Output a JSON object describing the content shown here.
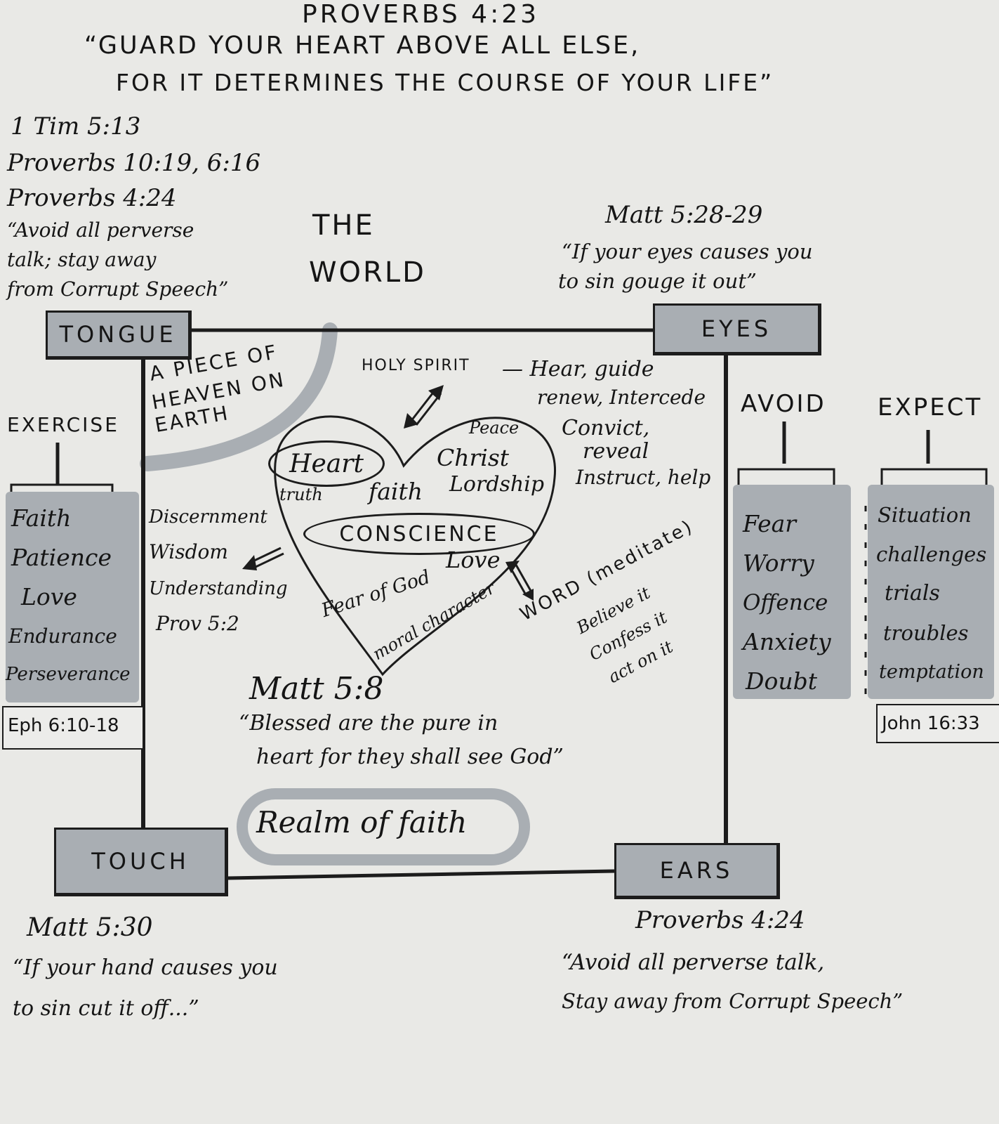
{
  "header": {
    "title": "PROVERBS 4:23",
    "quote_line1": "“GUARD YOUR HEART ABOVE ALL ELSE,",
    "quote_line2": "FOR IT DETERMINES THE COURSE OF YOUR LIFE”"
  },
  "tongue_refs": {
    "ref1": "1 Tim 5:13",
    "ref2": "Proverbs 10:19, 6:16",
    "ref3": "Proverbs 4:24",
    "quote_line1": "“Avoid all perverse",
    "quote_line2": "talk; stay away",
    "quote_line3": "from Corrupt Speech”"
  },
  "world_label": {
    "line1": "THE",
    "line2": "WORLD"
  },
  "eyes_refs": {
    "ref": "Matt 5:28-29",
    "quote_line1": "“If your eyes causes you",
    "quote_line2": "to sin gouge it out”"
  },
  "senses": {
    "tongue": "TONGUE",
    "eyes": "EYES",
    "touch": "TOUCH",
    "ears": "EARS"
  },
  "heaven_label": {
    "line1": "A PIECE OF",
    "line2": "HEAVEN ON",
    "line3": "EARTH"
  },
  "exercise": {
    "header": "EXERCISE",
    "items": [
      "Faith",
      "Patience",
      "Love",
      "Endurance",
      "Perseverance"
    ],
    "ref": "Eph 6:10-18"
  },
  "avoid": {
    "header": "AVOID",
    "items": [
      "Fear",
      "Worry",
      "Offence",
      "Anxiety",
      "Doubt"
    ]
  },
  "expect": {
    "header": "EXPECT",
    "items": [
      "Situation",
      "challenges",
      "trials",
      "troubles",
      "temptation"
    ],
    "ref": "John 16:33"
  },
  "holy_spirit": {
    "label": "HOLY SPIRIT",
    "roles_line1": "— Hear, guide",
    "roles_line2": "renew, Intercede",
    "roles_line3": "Convict,",
    "roles_line4": "reveal",
    "roles_line5": "Instruct, help"
  },
  "heart": {
    "heart_label": "Heart",
    "peace": "Peace",
    "christ": "Christ",
    "lordship": "Lordship",
    "faith": "faith",
    "truth": "truth",
    "conscience": "CONSCIENCE",
    "love": "Love",
    "fear_of_god": "Fear of God",
    "moral_character": "moral character"
  },
  "wisdom": {
    "line1": "Discernment",
    "line2": "Wisdom",
    "line3": "Understanding",
    "line4": "Prov 5:2"
  },
  "word": {
    "line1": "WORD (meditate)",
    "line2": "Believe it",
    "line3": "Confess it",
    "line4": "act on it"
  },
  "matt58": {
    "ref": "Matt 5:8",
    "quote_line1": "“Blessed are the pure in",
    "quote_line2": "heart for they shall see God”"
  },
  "realm": "Realm of faith",
  "touch_refs": {
    "ref": "Matt 5:30",
    "quote_line1": "“If your hand causes you",
    "quote_line2": "to sin cut it off...”"
  },
  "ears_refs": {
    "ref": "Proverbs 4:24",
    "quote_line1": "“Avoid all perverse talk,",
    "quote_line2": "Stay away from Corrupt Speech”"
  }
}
